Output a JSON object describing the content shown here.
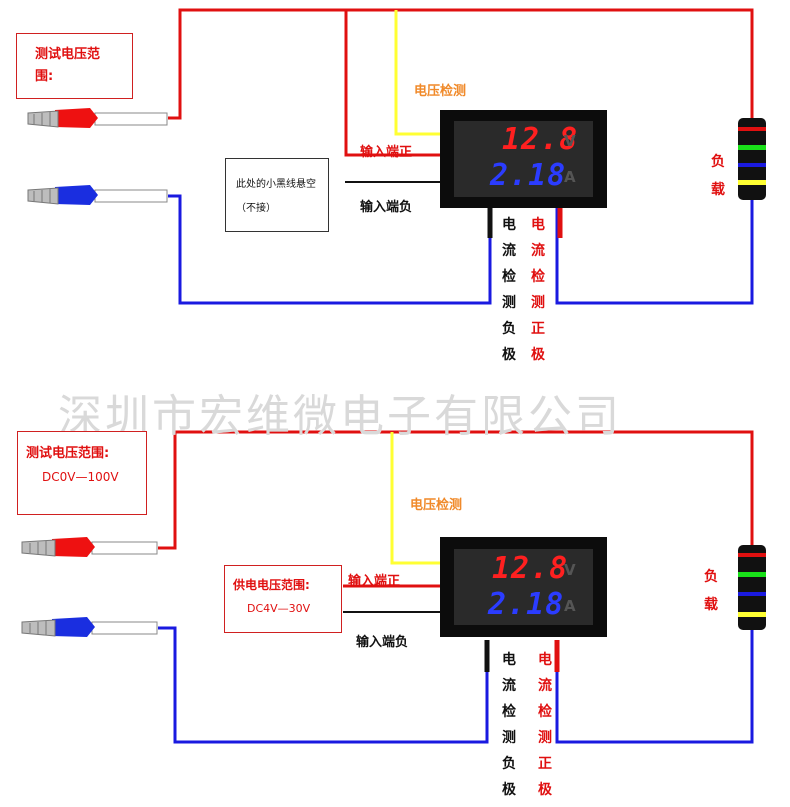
{
  "watermark": "深圳市宏维微电子有限公司",
  "top": {
    "test_range_label": "测试电压范围:",
    "voltage_detect": "电压检测",
    "input_pos": "输入端正",
    "input_neg": "输入端负",
    "note": "此处的小黑线悬空（不接）",
    "load": "负载",
    "current_neg": "电流检测负极",
    "current_pos": "电流检测正极",
    "display_voltage": "12.8",
    "display_current": "2.18",
    "unit_v": "V",
    "unit_a": "A"
  },
  "bottom": {
    "test_range_label": "测试电压范围:",
    "test_range_value": "DC0V—100V",
    "supply_label": "供电电压范围:",
    "supply_value": "DC4V—30V",
    "voltage_detect": "电压检测",
    "input_pos": "输入端正",
    "input_neg": "输入端负",
    "load": "负载",
    "current_neg": "电流检测负极",
    "current_pos": "电流检测正极",
    "display_voltage": "12.8",
    "display_current": "2.18",
    "unit_v": "V",
    "unit_a": "A"
  },
  "colors": {
    "red_wire": "#e01010",
    "blue_wire": "#1a1ae0",
    "yellow_wire": "#ffff33",
    "black_wire": "#111111",
    "label_red": "#e01010",
    "label_orange": "#f08a2a"
  }
}
